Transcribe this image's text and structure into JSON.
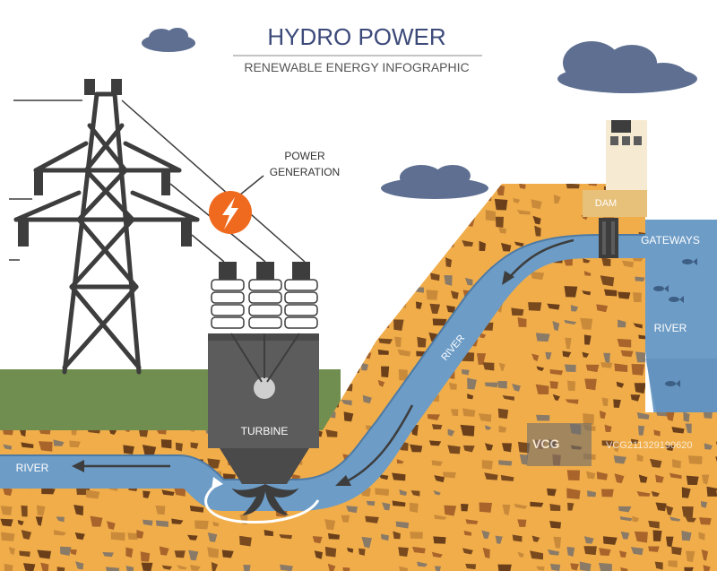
{
  "title": "HYDRO POWER",
  "subtitle": "RENEWABLE ENERGY INFOGRAPHIC",
  "labels": {
    "power_generation_line1": "POWER",
    "power_generation_line2": "GENERATION",
    "dam": "DAM",
    "gateways": "GATEWAYS",
    "river_reservoir": "RIVER",
    "river_channel": "RIVER",
    "river_outflow": "RIVER",
    "turbine": "TURBINE"
  },
  "watermark": {
    "logo": "VCG",
    "id": "VCG211329190620"
  },
  "icons": [
    "cloud-icon",
    "lightning-icon",
    "fish-icon",
    "flow-arrow-icon",
    "rotation-arrow-icon"
  ],
  "colors": {
    "title": "#3c4a7a",
    "water": "#6d9cc6",
    "water_light": "#9bbfe0",
    "sand": "#f0ad4a",
    "stone_dark": "#7a4a1f",
    "stone_mid": "#a8642a",
    "stone_gray": "#8a7a68",
    "grass": "#6f8e4f",
    "tower": "#3d3d3d",
    "turbine_housing": "#5c5c5c",
    "insulator": "#ffffff",
    "badge": "#ef6a1e",
    "cloud": "#5e6f91"
  }
}
